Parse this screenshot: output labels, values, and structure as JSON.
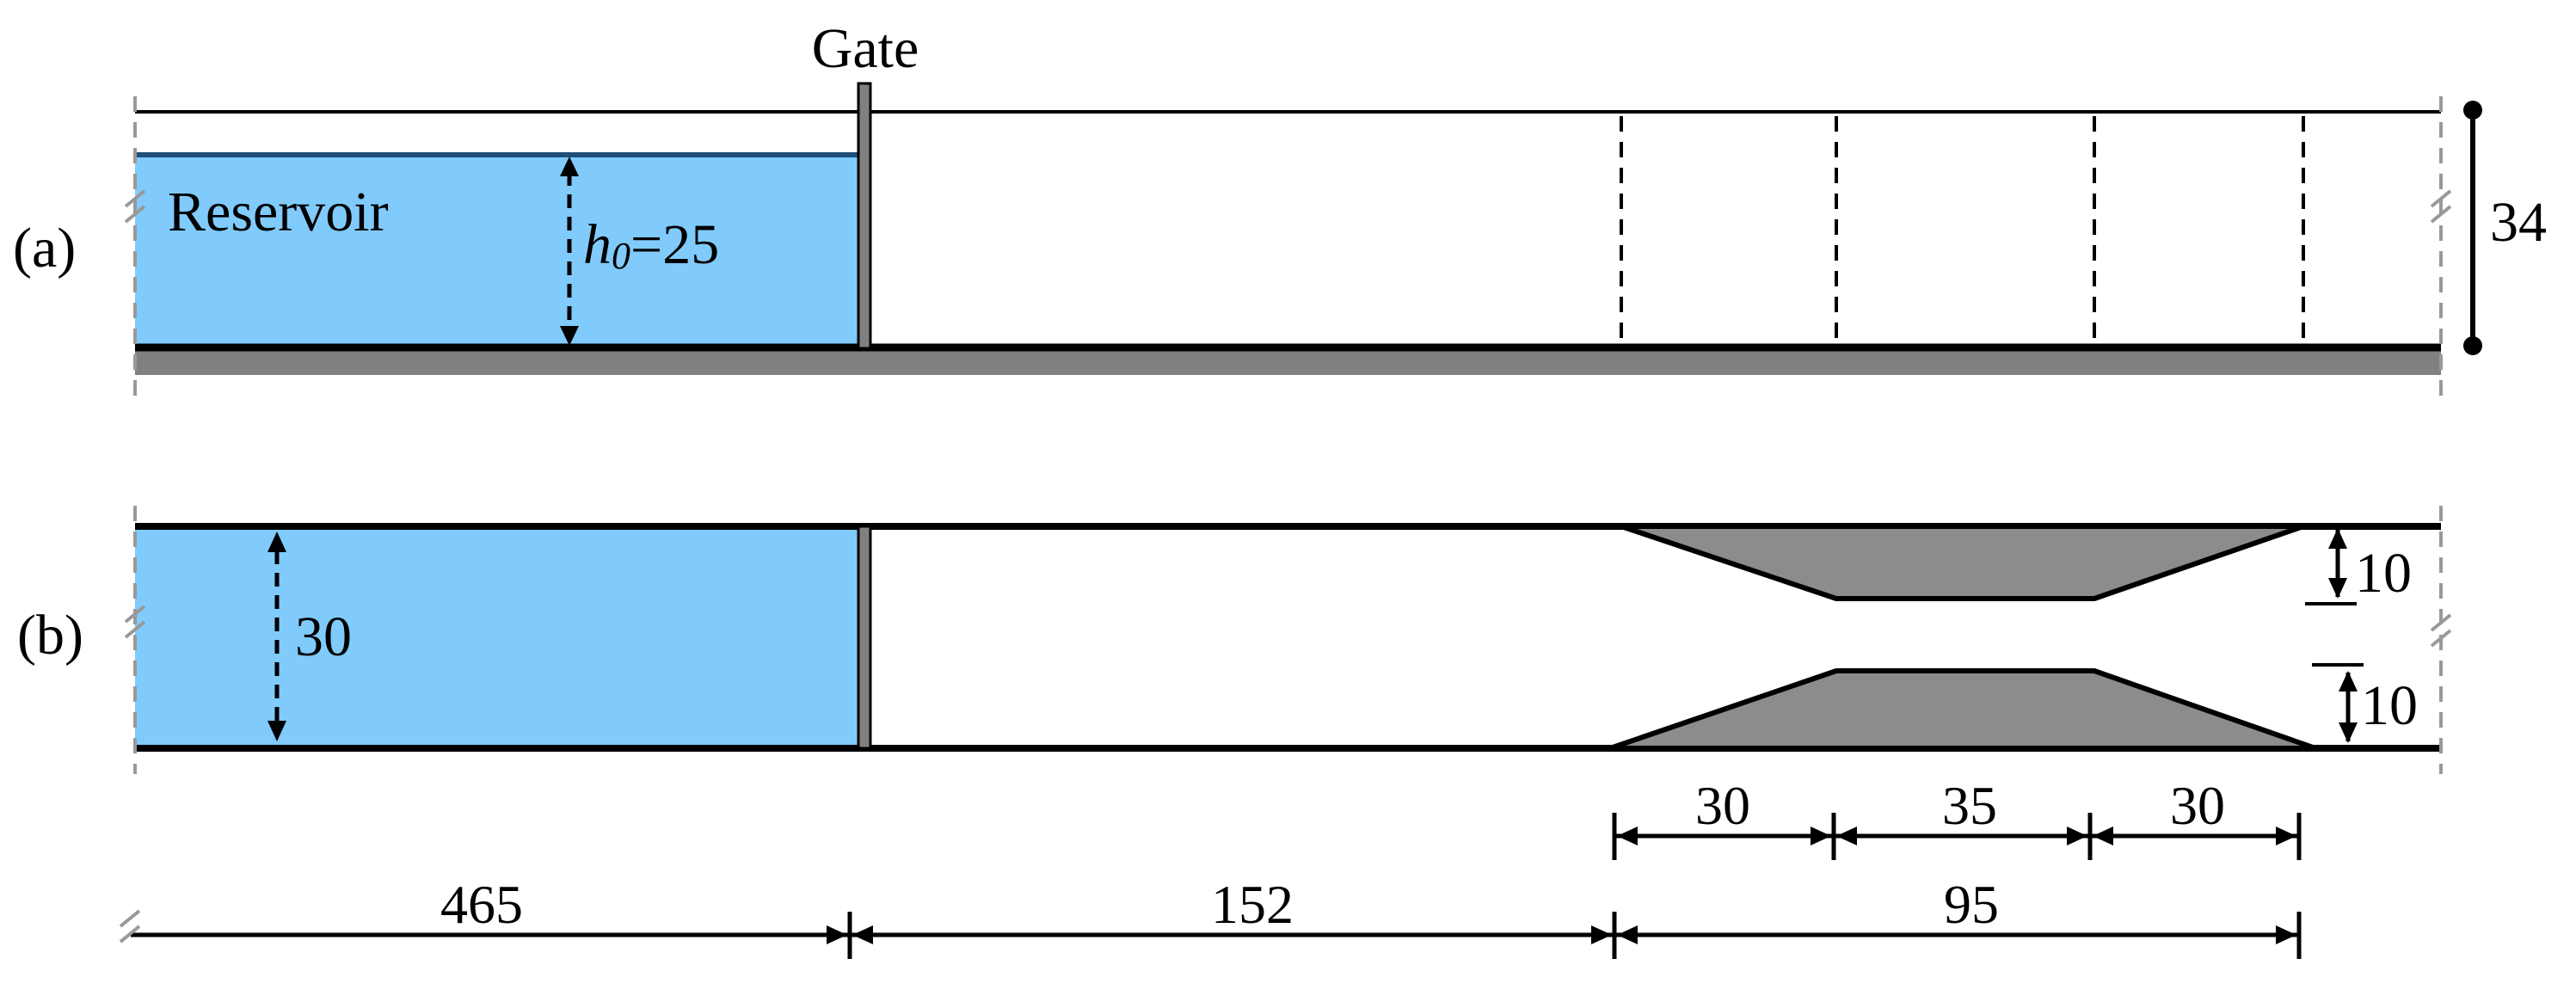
{
  "panels": {
    "a": {
      "label": "(a)"
    },
    "b": {
      "label": "(b)"
    }
  },
  "labels": {
    "gate": "Gate",
    "reservoir": "Reservoir",
    "h0_symbol": "h",
    "h0_subscript": "0",
    "h0_value": "=25",
    "height": "34",
    "width": "30",
    "constriction_top": "10",
    "constriction_bottom": "10"
  },
  "dimensions": {
    "reservoir_length": "465",
    "gap_length": "152",
    "contraction_length": "95",
    "segment_1": "30",
    "segment_2": "35",
    "segment_3": "30"
  },
  "colors": {
    "water": "#80CBFC",
    "water_line": "#1f4e79",
    "bed": "#808080",
    "obstacle": "#8c8c8c",
    "outline": "#000000",
    "break_marks": "#999999"
  }
}
